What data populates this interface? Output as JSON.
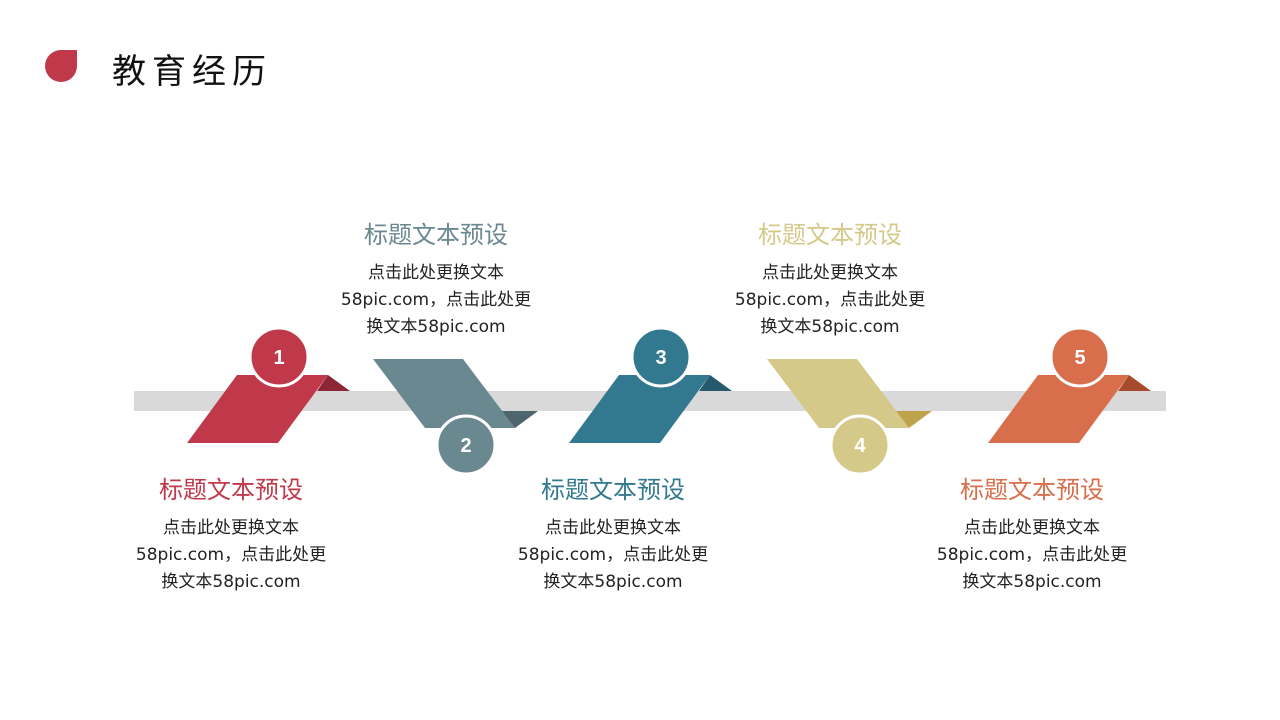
{
  "header": {
    "title": "教育经历"
  },
  "steps": [
    {
      "num": "1",
      "title": "标题文本预设",
      "desc": [
        "点击此处更换文本",
        "58pic.com，点击此处更",
        "换文本58pic.com"
      ],
      "color": "#c0394b",
      "dark": "#8e2535"
    },
    {
      "num": "2",
      "title": "标题文本预设",
      "desc": [
        "点击此处更换文本",
        "58pic.com，点击此处更",
        "换文本58pic.com"
      ],
      "color": "#6a8890",
      "dark": "#4e656c"
    },
    {
      "num": "3",
      "title": "标题文本预设",
      "desc": [
        "点击此处更换文本",
        "58pic.com，点击此处更",
        "换文本58pic.com"
      ],
      "color": "#32798f",
      "dark": "#245a6b"
    },
    {
      "num": "4",
      "title": "标题文本预设",
      "desc": [
        "点击此处更换文本",
        "58pic.com，点击此处更",
        "换文本58pic.com"
      ],
      "color": "#d5c98a",
      "dark": "#bfa24c"
    },
    {
      "num": "5",
      "title": "标题文本预设",
      "desc": [
        "点击此处更换文本",
        "58pic.com，点击此处更",
        "换文本58pic.com"
      ],
      "color": "#d86e4b",
      "dark": "#a84a2c"
    }
  ]
}
